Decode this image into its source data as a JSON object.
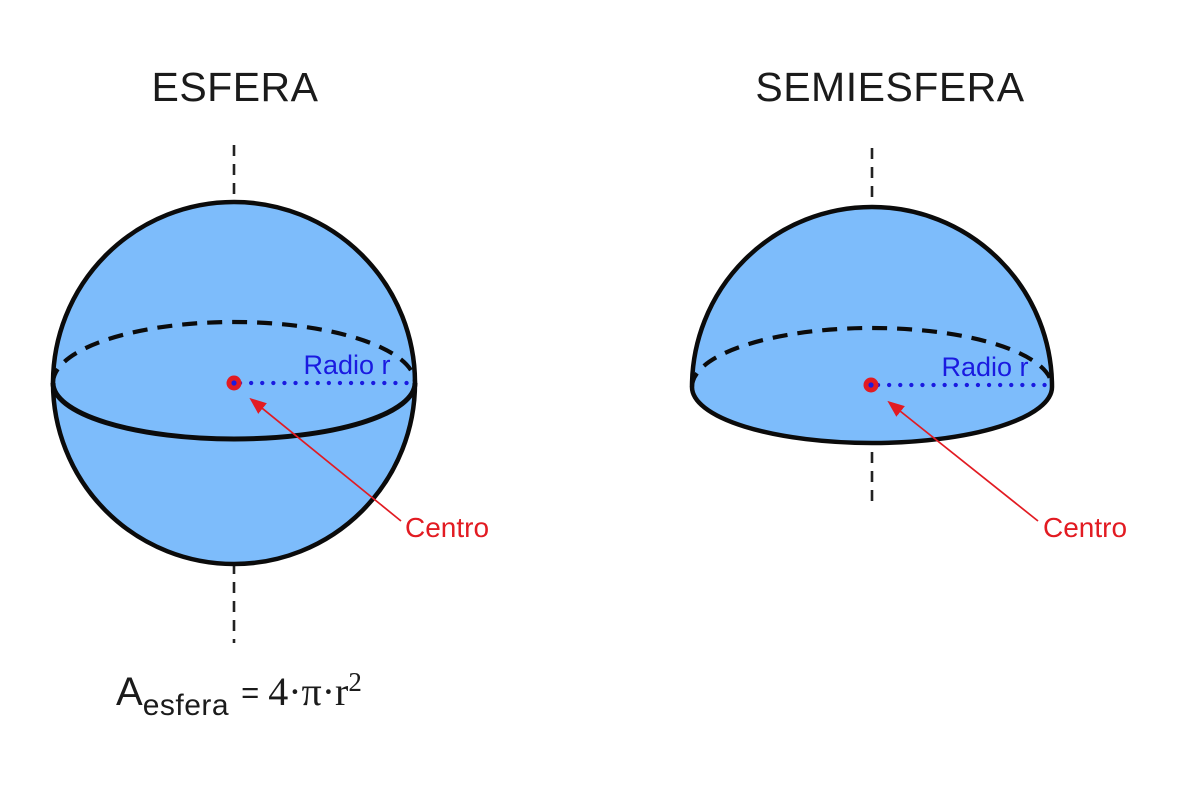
{
  "colors": {
    "shape_fill": "#7dbcfb",
    "outline": "#0b0b0b",
    "label_blue": "#1a1ae0",
    "label_red": "#e21b22",
    "title_text": "#1b1b1b",
    "background": "#ffffff"
  },
  "sphere": {
    "title": "ESFERA",
    "radius_label": "Radio r",
    "center_label": "Centro"
  },
  "hemisphere": {
    "title": "SEMIESFERA",
    "radius_label": "Radio r",
    "center_label": "Centro"
  },
  "formula": {
    "term": "A",
    "subscript": "esfera",
    "equals": "=",
    "expression": "4·π·r",
    "exponent": "2"
  }
}
